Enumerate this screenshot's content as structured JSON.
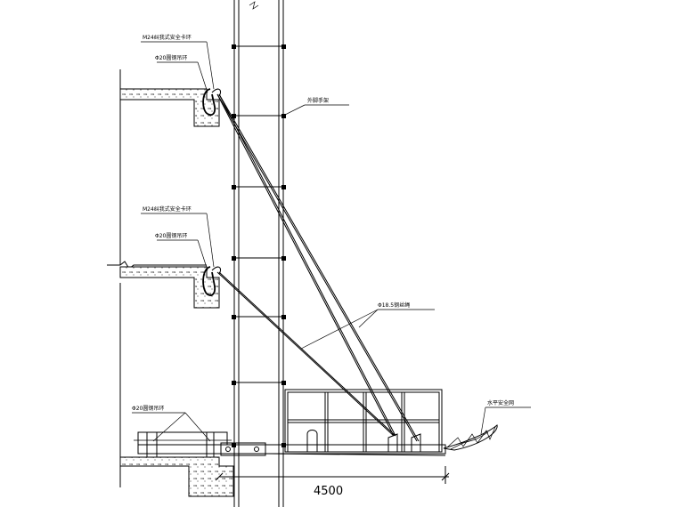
{
  "labels": {
    "upper_ring": "M24纠我式安全卡环",
    "upper_rod": "Φ20圆钢吊环",
    "scaffold": "外脚手架",
    "lower_ring": "M24纠我式安全卡环",
    "lower_rod": "Φ20圆钢吊环",
    "wire_rope": "Φ18.5钢丝绳",
    "base_rod": "Φ20圆钢吊环",
    "net": "水平安全网"
  },
  "dimension": "4500"
}
